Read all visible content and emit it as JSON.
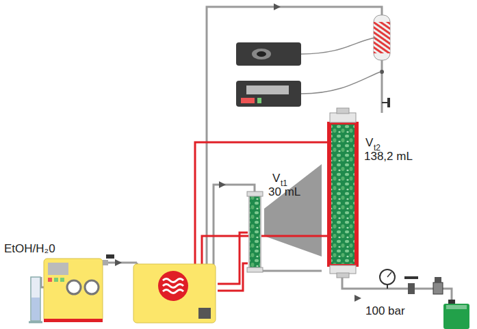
{
  "diagram": {
    "labels": [
      "EtOH/H₂0",
      "V",
      "t1",
      "30 mL",
      "V",
      "t2",
      "138,2 mL",
      "100 bar"
    ]
  }
}
